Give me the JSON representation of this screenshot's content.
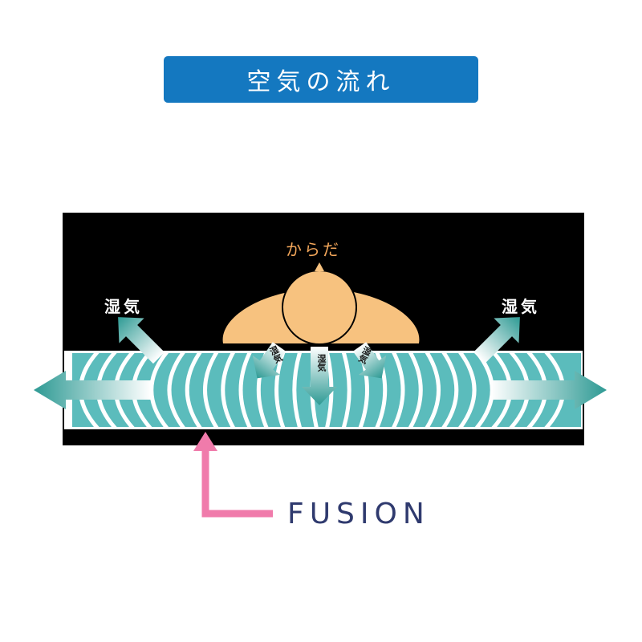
{
  "title": "空気の流れ",
  "labels": {
    "body": "からだ",
    "moisture_left": "湿気",
    "moisture_right": "湿気",
    "moisture_small_left": "湿気",
    "moisture_small_center": "湿気",
    "moisture_small_right": "湿気",
    "product": "FUSION"
  },
  "colors": {
    "banner": "#1478c0",
    "mattress": "#5bbcbc",
    "body": "#f7c27f",
    "pointer": "#f07bab",
    "product_text": "#2f3a6e",
    "background_panel": "#000000"
  }
}
